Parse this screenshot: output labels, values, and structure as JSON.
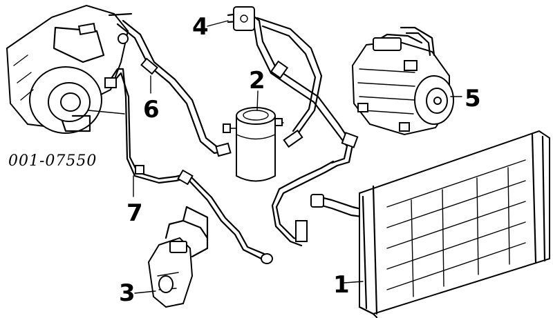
{
  "part_number": "001-07550",
  "callouts": {
    "c1": "1",
    "c2": "2",
    "c3": "3",
    "c4": "4",
    "c5": "5",
    "c6": "6",
    "c7": "7"
  }
}
